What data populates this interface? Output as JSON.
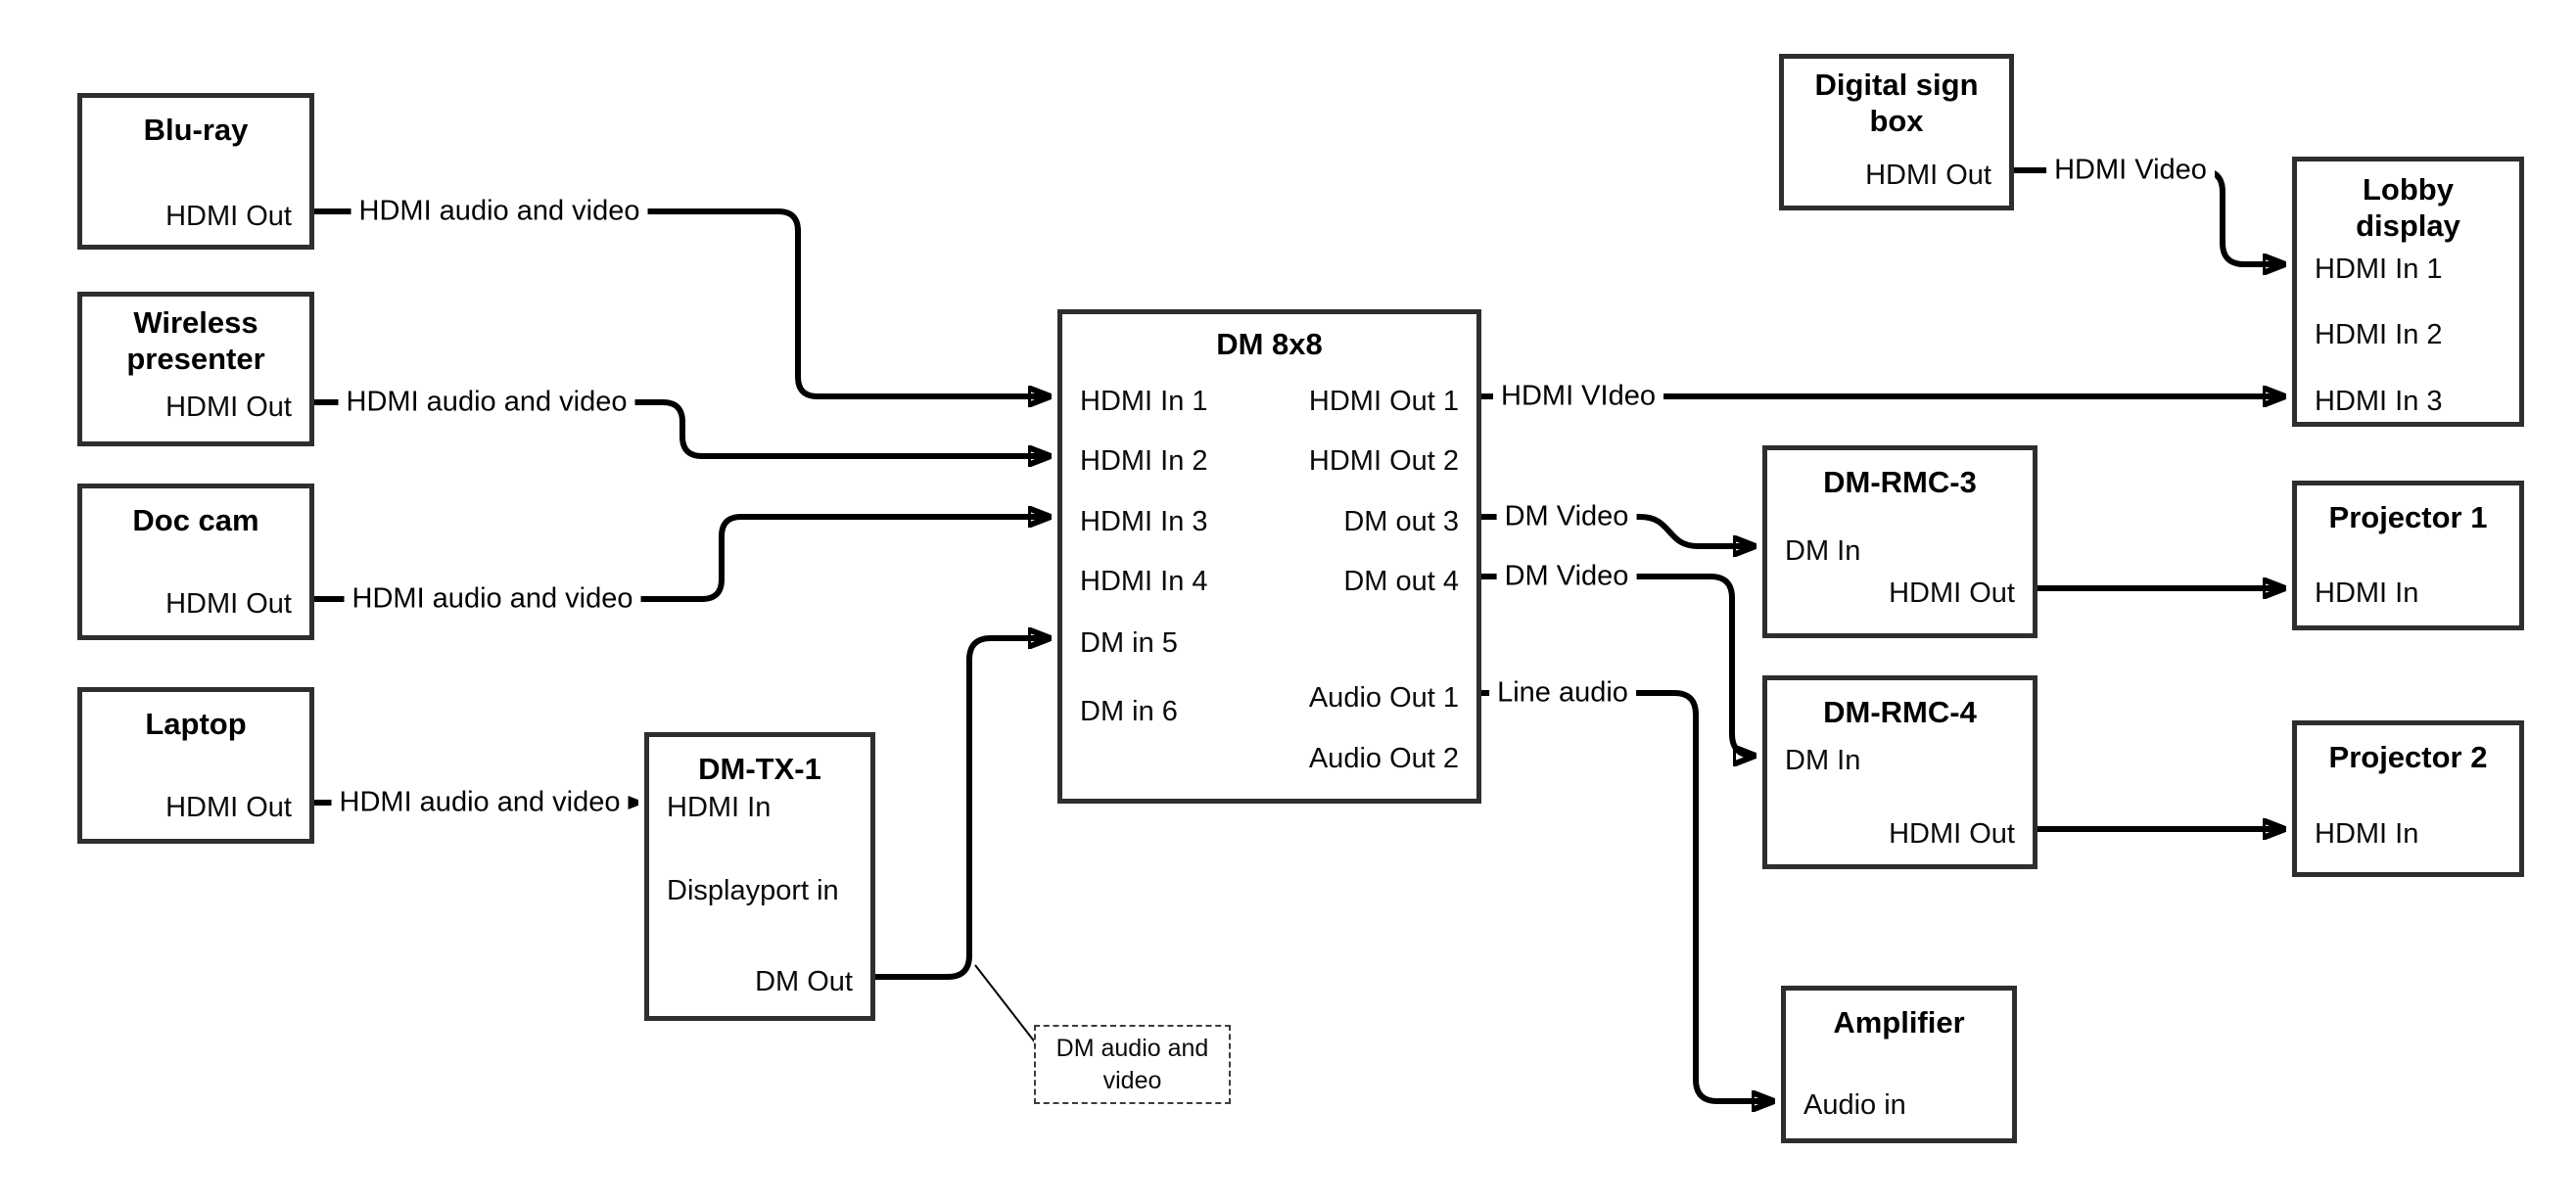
{
  "nodes": {
    "bluray": {
      "title": "Blu-ray",
      "ports": {
        "hdmi_out": "HDMI Out"
      }
    },
    "wireless": {
      "title": "Wireless presenter",
      "ports": {
        "hdmi_out": "HDMI Out"
      }
    },
    "doccam": {
      "title": "Doc cam",
      "ports": {
        "hdmi_out": "HDMI Out"
      }
    },
    "laptop": {
      "title": "Laptop",
      "ports": {
        "hdmi_out": "HDMI Out"
      }
    },
    "dmtx1": {
      "title": "DM-TX-1",
      "ports": {
        "hdmi_in": "HDMI In",
        "displayport_in": "Displayport in",
        "dm_out": "DM Out"
      }
    },
    "dm8x8": {
      "title": "DM 8x8",
      "ports": {
        "hdmi_in_1": "HDMI In 1",
        "hdmi_in_2": "HDMI In 2",
        "hdmi_in_3": "HDMI In 3",
        "hdmi_in_4": "HDMI In 4",
        "dm_in_5": "DM in 5",
        "dm_in_6": "DM in 6",
        "hdmi_out_1": "HDMI Out 1",
        "hdmi_out_2": "HDMI Out 2",
        "dm_out_3": "DM out 3",
        "dm_out_4": "DM out 4",
        "audio_out_1": "Audio Out 1",
        "audio_out_2": "Audio Out 2"
      }
    },
    "digital_sign": {
      "title": "Digital sign box",
      "ports": {
        "hdmi_out": "HDMI Out"
      }
    },
    "lobby": {
      "title": "Lobby display",
      "ports": {
        "hdmi_in_1": "HDMI In 1",
        "hdmi_in_2": "HDMI In 2",
        "hdmi_in_3": "HDMI In 3"
      }
    },
    "dmrmc3": {
      "title": "DM-RMC-3",
      "ports": {
        "dm_in": "DM In",
        "hdmi_out": "HDMI Out"
      }
    },
    "projector1": {
      "title": "Projector 1",
      "ports": {
        "hdmi_in": "HDMI In"
      }
    },
    "dmrmc4": {
      "title": "DM-RMC-4",
      "ports": {
        "dm_in": "DM In",
        "hdmi_out": "HDMI Out"
      }
    },
    "projector2": {
      "title": "Projector 2",
      "ports": {
        "hdmi_in": "HDMI In"
      }
    },
    "amplifier": {
      "title": "Amplifier",
      "ports": {
        "audio_in": "Audio in"
      }
    }
  },
  "cable_labels": {
    "bluray_to_dm8x8": "HDMI audio and video",
    "wireless_to_dm8x8": "HDMI audio and video",
    "doccam_to_dm8x8": "HDMI audio and video",
    "laptop_to_dmtx1": "HDMI audio and video",
    "hdmi_out_1_to_lobby": "HDMI VIdeo",
    "dm_out_3_to_dmrmc3": "DM Video",
    "dm_out_4_to_dmrmc4": "DM Video",
    "audio_out_1_to_amplifier": "Line audio",
    "digital_sign_to_lobby": "HDMI Video"
  },
  "callout": {
    "text": "DM audio and video"
  },
  "colors": {
    "cable": "#000000",
    "box_border": "#2e2e2e",
    "text": "#000000",
    "background": "#ffffff"
  }
}
